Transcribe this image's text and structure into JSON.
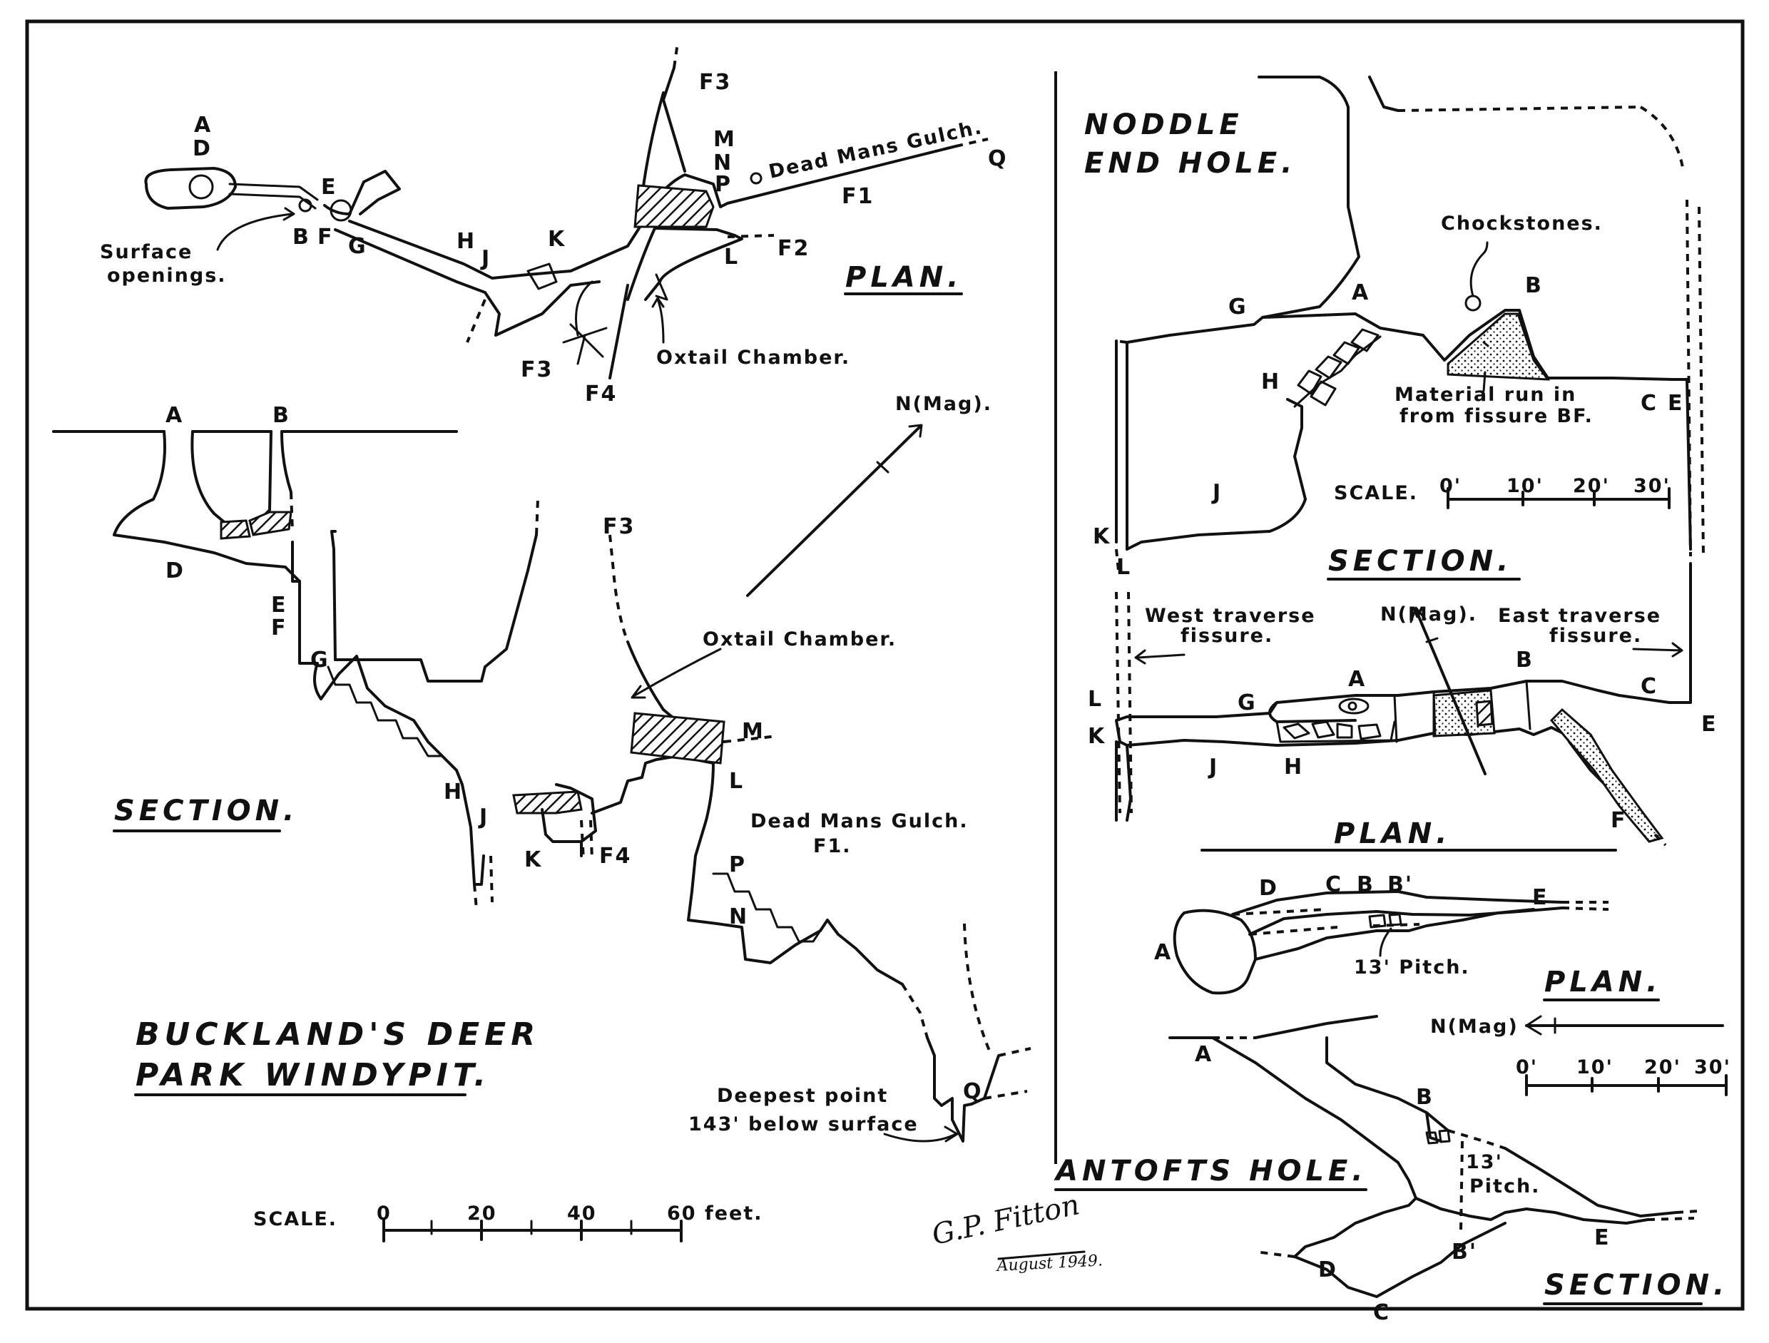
{
  "buckland": {
    "title_line1": "BUCKLAND'S DEER",
    "title_line2": "PARK WINDYPIT.",
    "plan_heading": "PLAN.",
    "section_heading": "SECTION.",
    "plan_labels": {
      "a": "A",
      "d": "D",
      "e": "E",
      "b": "B",
      "f": "F",
      "g": "G",
      "h": "H",
      "j": "J",
      "k": "K",
      "m": "M",
      "n": "N",
      "p": "P",
      "q": "Q",
      "l": "L",
      "f1": "F1",
      "f2": "F2",
      "f3_top": "F3",
      "f3_bottom": "F3",
      "f4": "F4"
    },
    "plan_notes": {
      "surface_line1": "Surface",
      "surface_line2": "openings.",
      "dead_mans_gulch": "Dead Mans Gulch.",
      "oxtail_chamber": "Oxtail Chamber."
    },
    "north_label": "N(Mag).",
    "section_labels": {
      "a": "A",
      "b": "B",
      "d": "D",
      "e": "E",
      "f": "F",
      "g": "G",
      "h": "H",
      "j": "J",
      "k": "K",
      "f3": "F3",
      "f4": "F4",
      "m": "M",
      "l": "L",
      "p": "P",
      "n": "N",
      "q": "Q"
    },
    "section_notes": {
      "oxtail_chamber": "Oxtail Chamber.",
      "dead_mans_gulch": "Dead Mans Gulch.",
      "f1": "F1.",
      "deepest_line1": "Deepest point",
      "deepest_line2": "143' below surface"
    },
    "scale": {
      "label": "SCALE.",
      "ticks": [
        "0",
        "20",
        "40",
        "60 feet."
      ]
    }
  },
  "noddle": {
    "title_line1": "NODDLE",
    "title_line2": "END HOLE.",
    "section_heading": "SECTION.",
    "plan_heading": "PLAN.",
    "chockstones": "Chockstones.",
    "material_line1": "Material run in",
    "material_line2": "from fissure BF.",
    "section_labels": {
      "g": "G",
      "a": "A",
      "b": "B",
      "h": "H",
      "j": "J",
      "k": "K",
      "l": "L",
      "c": "C",
      "e": "E"
    },
    "scale": {
      "label": "SCALE.",
      "ticks": [
        "0'",
        "10'",
        "20'",
        "30'"
      ]
    },
    "plan_notes": {
      "west_line1": "West traverse",
      "west_line2": "fissure.",
      "east_line1": "East traverse",
      "east_line2": "fissure."
    },
    "north_label": "N(Mag).",
    "plan_labels": {
      "l": "L",
      "k": "K",
      "g": "G",
      "a": "A",
      "b": "B",
      "c": "C",
      "e": "E",
      "j": "J",
      "h": "H",
      "f": "F"
    }
  },
  "antofts": {
    "title": "ANTOFTS HOLE.",
    "plan_heading": "PLAN.",
    "section_heading": "SECTION.",
    "north_label": "N(Mag)",
    "plan_labels": {
      "d": "D",
      "c": "C",
      "b": "B",
      "b_prime": "B'",
      "e": "E",
      "a": "A"
    },
    "plan_pitch": "13' Pitch.",
    "section_labels": {
      "a": "A",
      "b": "B",
      "e": "E",
      "d": "D",
      "c": "C",
      "b_prime": "B'"
    },
    "section_pitch_line1": "13'",
    "section_pitch_line2": "Pitch.",
    "scale": {
      "ticks": [
        "0'",
        "10'",
        "20'",
        "30'"
      ]
    }
  },
  "signature": {
    "name": "G.P. Fitton",
    "date": "August 1949."
  }
}
